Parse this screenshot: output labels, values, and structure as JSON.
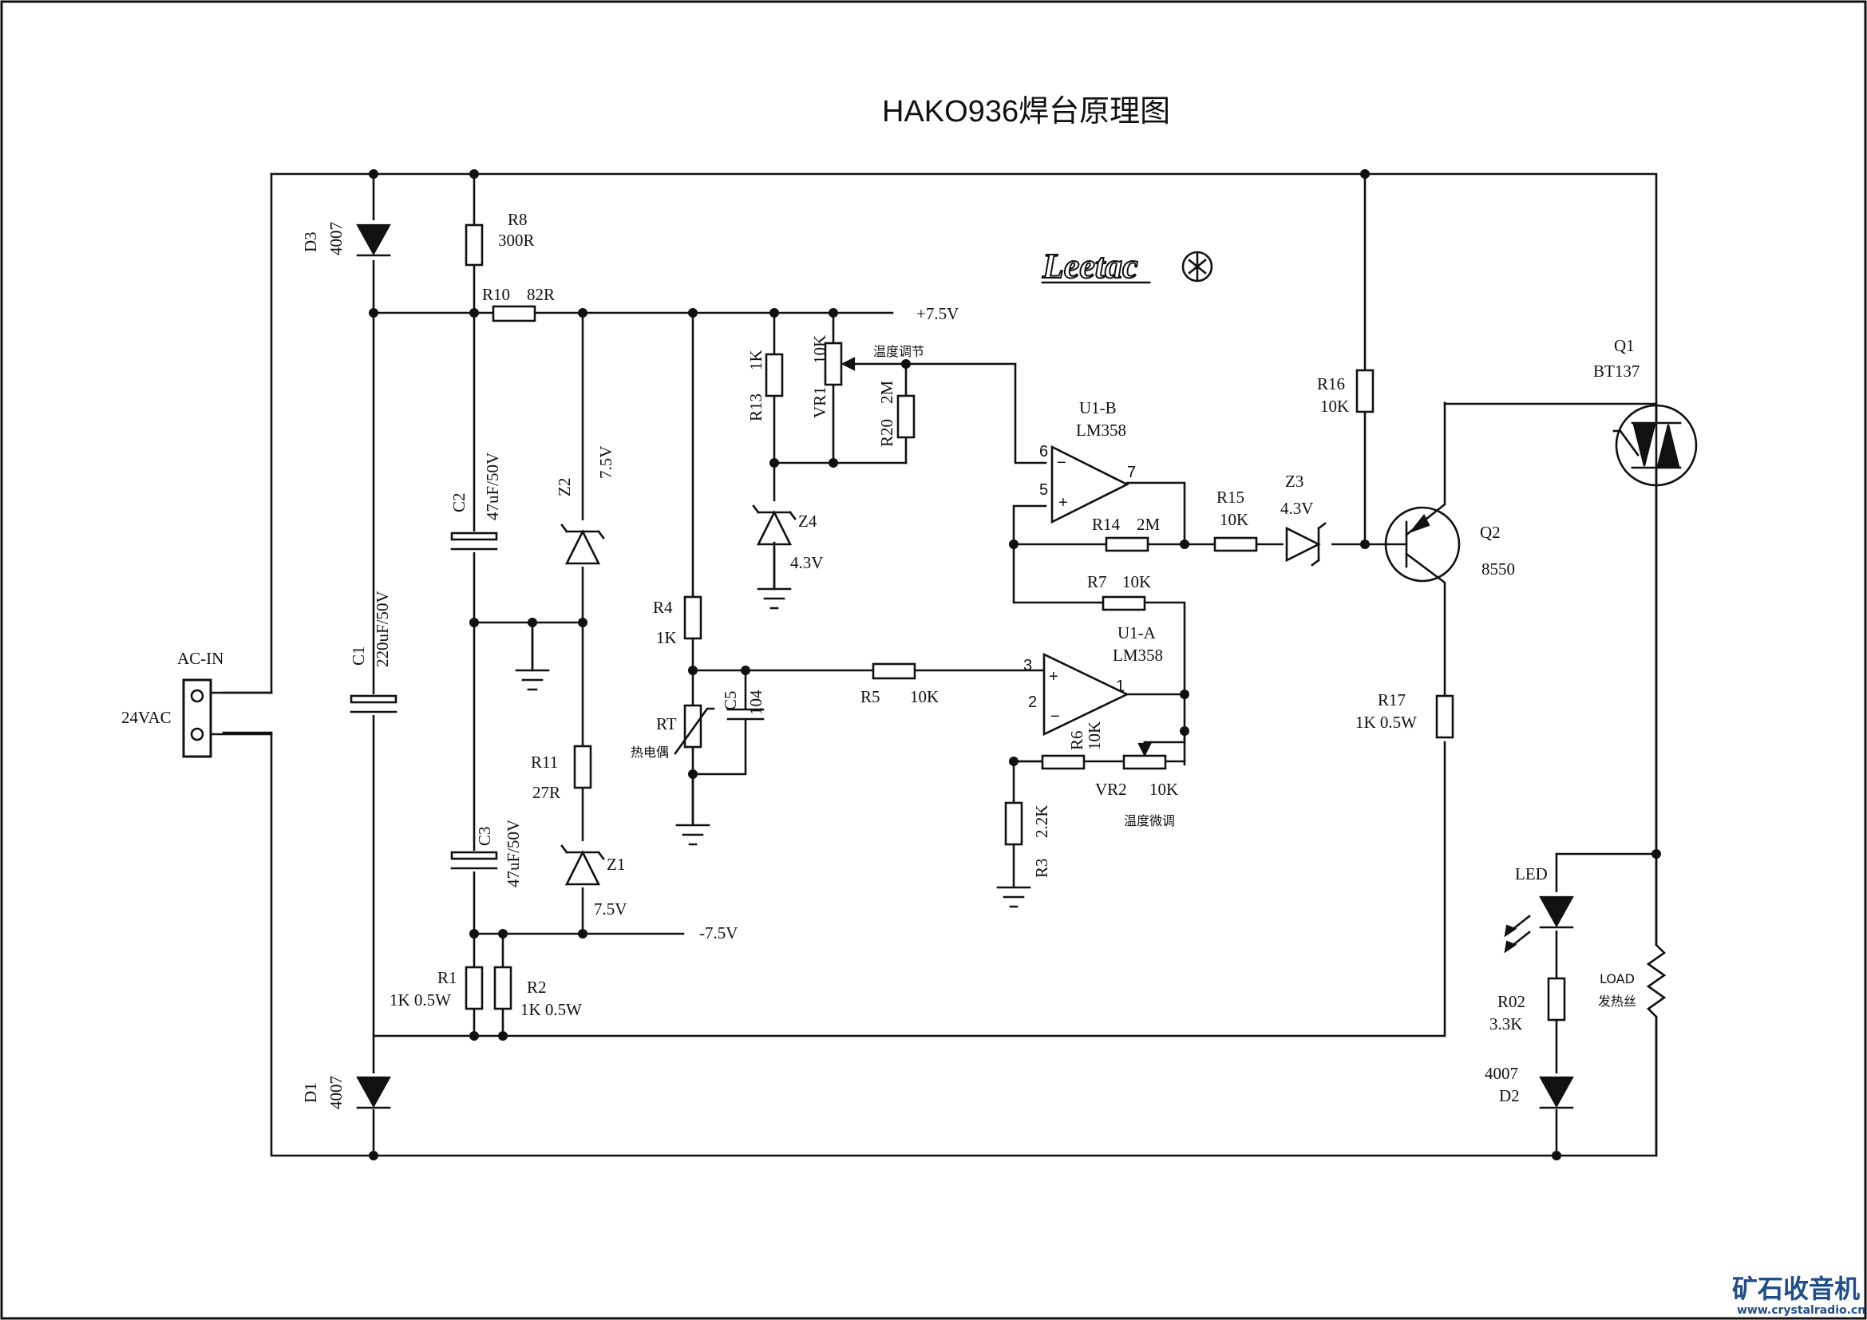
{
  "title": "HAKO936焊台原理图",
  "connector": {
    "name": "AC-IN",
    "voltage": "24VAC"
  },
  "rails": {
    "pos": "+7.5V",
    "neg": "-7.5V"
  },
  "logo": "Leetac",
  "components": {
    "D3": {
      "ref": "D3",
      "value": "4007"
    },
    "D1": {
      "ref": "D1",
      "value": "4007"
    },
    "D2": {
      "ref": "D2",
      "value": "4007"
    },
    "R8": {
      "ref": "R8",
      "value": "300R"
    },
    "R10": {
      "ref": "R10",
      "value": "82R"
    },
    "C1": {
      "ref": "C1",
      "value": "220uF/50V"
    },
    "C2": {
      "ref": "C2",
      "value": "47uF/50V"
    },
    "C3": {
      "ref": "C3",
      "value": "47uF/50V"
    },
    "Z1": {
      "ref": "Z1",
      "value": "7.5V"
    },
    "Z2": {
      "ref": "Z2",
      "value": "7.5V"
    },
    "Z3": {
      "ref": "Z3",
      "value": "4.3V"
    },
    "Z4": {
      "ref": "Z4",
      "value": "4.3V"
    },
    "R11": {
      "ref": "R11",
      "value": "27R"
    },
    "R1": {
      "ref": "R1",
      "value": "1K 0.5W"
    },
    "R2": {
      "ref": "R2",
      "value": "1K 0.5W"
    },
    "R4": {
      "ref": "R4",
      "value": "1K"
    },
    "R13": {
      "ref": "R13",
      "value": "1K"
    },
    "VR1": {
      "ref": "VR1",
      "value": "10K",
      "note": "温度调节"
    },
    "R20": {
      "ref": "R20",
      "value": "2M"
    },
    "RT": {
      "ref": "RT",
      "note": "热电偶"
    },
    "C5": {
      "ref": "C5",
      "value": "104"
    },
    "R5": {
      "ref": "R5",
      "value": "10K"
    },
    "R6": {
      "ref": "R6",
      "value": "10K"
    },
    "R3": {
      "ref": "R3",
      "value": "2.2K"
    },
    "VR2": {
      "ref": "VR2",
      "value": "10K",
      "note": "温度微调"
    },
    "R7": {
      "ref": "R7",
      "value": "10K"
    },
    "R14": {
      "ref": "R14",
      "value": "2M"
    },
    "R15": {
      "ref": "R15",
      "value": "10K"
    },
    "R16": {
      "ref": "R16",
      "value": "10K"
    },
    "R17": {
      "ref": "R17",
      "value": "1K 0.5W"
    },
    "U1A": {
      "ref": "U1-A",
      "value": "LM358",
      "pins": [
        "3",
        "2",
        "1"
      ]
    },
    "U1B": {
      "ref": "U1-B",
      "value": "LM358",
      "pins": [
        "6",
        "5",
        "7"
      ]
    },
    "Q2": {
      "ref": "Q2",
      "value": "8550"
    },
    "Q1": {
      "ref": "Q1",
      "value": "BT137"
    },
    "LED": {
      "ref": "LED"
    },
    "R02": {
      "ref": "R02",
      "value": "3.3K"
    },
    "LOAD": {
      "ref": "LOAD",
      "note": "发热丝"
    }
  },
  "watermark": {
    "name": "矿石收音机",
    "url": "www.crystalradio.cn"
  }
}
